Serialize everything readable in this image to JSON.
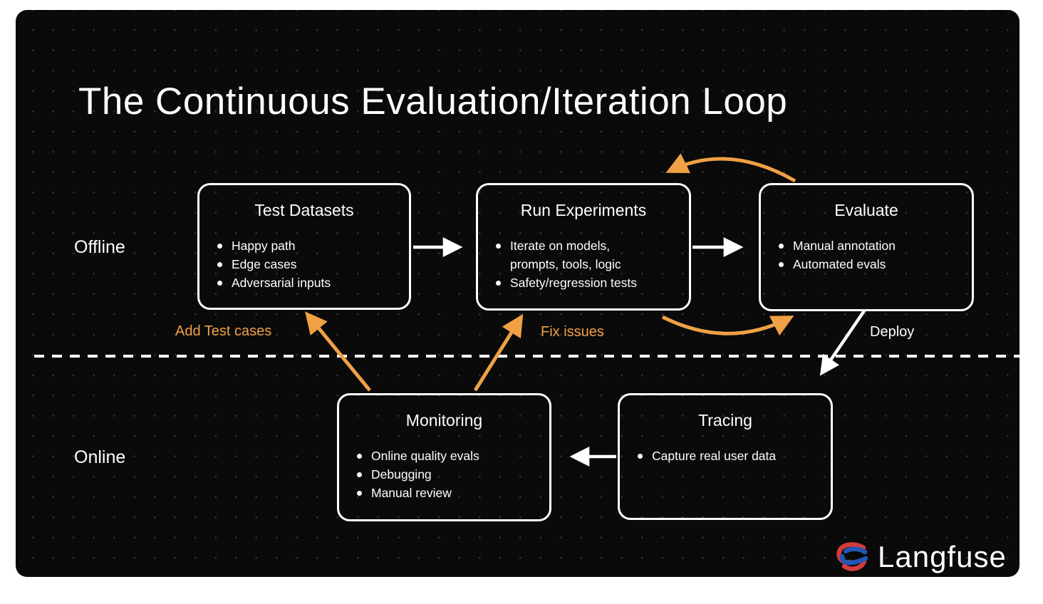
{
  "slide": {
    "title": "The Continuous Evaluation/Iteration Loop",
    "offline_label": "Offline",
    "online_label": "Online",
    "nodes": {
      "test_datasets": {
        "title": "Test Datasets",
        "bullets": [
          "Happy path",
          "Edge cases",
          "Adversarial inputs"
        ]
      },
      "run_experiments": {
        "title": "Run Experiments",
        "bullets": [
          "Iterate on models, prompts, tools, logic",
          "Safety/regression tests"
        ]
      },
      "evaluate": {
        "title": "Evaluate",
        "bullets": [
          "Manual annotation",
          "Automated evals"
        ]
      },
      "monitoring": {
        "title": "Monitoring",
        "bullets": [
          "Online quality evals",
          "Debugging",
          "Manual review"
        ]
      },
      "tracing": {
        "title": "Tracing",
        "bullets": [
          "Capture real user data"
        ]
      }
    },
    "edge_labels": {
      "add_test_cases": "Add Test cases",
      "fix_issues": "Fix issues",
      "deploy": "Deploy"
    },
    "brand": {
      "name": "Langfuse"
    },
    "colors": {
      "accent_orange": "#F0A045",
      "line_white": "#FFFFFF",
      "card_background": "#0A0A0A",
      "logo_red": "#D63B3B",
      "logo_blue": "#2157B5"
    }
  }
}
